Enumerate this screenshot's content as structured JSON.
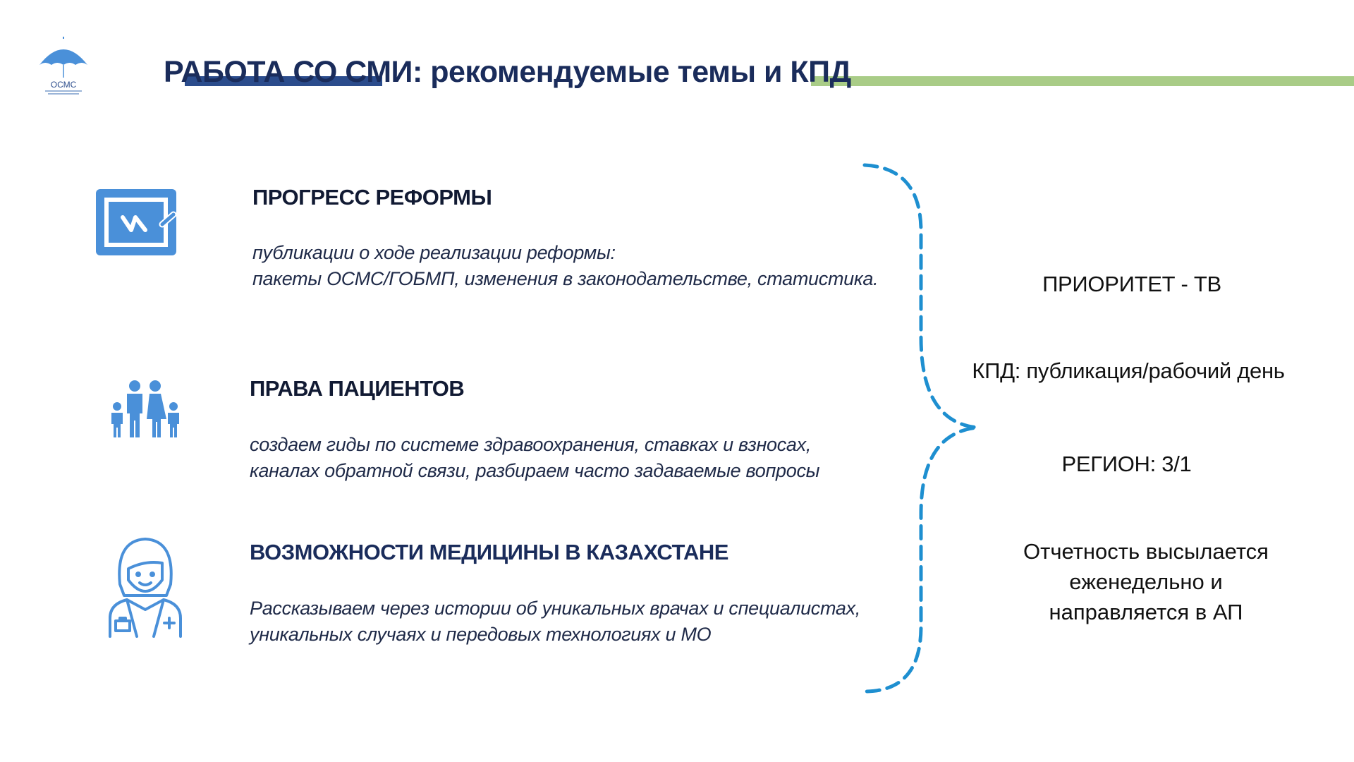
{
  "header": {
    "logo_text": "ОСМС",
    "title": "РАБОТА СО СМИ: рекомендуемые темы и КПД"
  },
  "topics": [
    {
      "title": "ПРОГРЕСС РЕФОРМЫ",
      "desc_line1": "публикации о ходе реализации реформы:",
      "desc_line2": "пакеты ОСМС/ГОБМП, изменения в законодательстве, статистика."
    },
    {
      "title": "ПРАВА ПАЦИЕНТОВ",
      "desc_line1": "создаем гиды по системе здравоохранения, ставках и взносах,",
      "desc_line2": "каналах обратной связи, разбираем часто задаваемые вопросы"
    },
    {
      "title": "ВОЗМОЖНОСТИ МЕДИЦИНЫ В КАЗАХСТАНЕ",
      "desc_line1": "Рассказываем через истории об уникальных врачах и специалистах,",
      "desc_line2": "уникальных случаях и передовых технологиях и МО"
    }
  ],
  "kpis": {
    "priority": "ПРИОРИТЕТ - ТВ",
    "kpd": "КПД: публикация/рабочий день",
    "region": "РЕГИОН: 3/1",
    "report_line1": "Отчетность высылается",
    "report_line2": "еженедельно  и",
    "report_line3": "направляется в АП"
  },
  "colors": {
    "icon_blue": "#4a90d9",
    "brace_blue": "#1e8fd0",
    "accent_green": "#a9cc87",
    "title_navy": "#1a2c5b"
  },
  "icons": [
    "umbrella-logo-icon",
    "whiteboard-icon",
    "family-icon",
    "doctor-icon"
  ]
}
